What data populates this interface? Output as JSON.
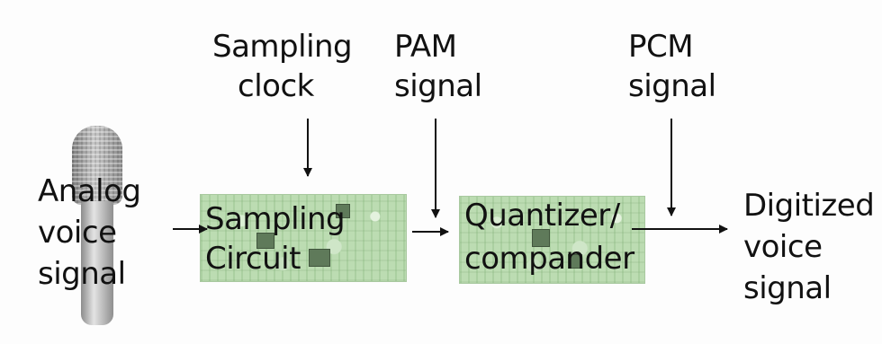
{
  "inputs": {
    "sampling_clock": [
      "Sampling",
      "clock"
    ],
    "pam_signal": [
      "PAM",
      "signal"
    ],
    "pcm_signal": [
      "PCM",
      "signal"
    ]
  },
  "analog_input": [
    "Analog",
    "voice",
    "signal"
  ],
  "blocks": {
    "sampling_circuit": [
      "Sampling",
      "Circuit"
    ],
    "quantizer": [
      "Quantizer/",
      "compander"
    ]
  },
  "output": [
    "Digitized",
    "voice",
    "signal"
  ],
  "colors": {
    "board": "#bcdcb2",
    "line": "#111111",
    "background": "#fdfdfd"
  },
  "icons": [
    "microphone-icon",
    "circuit-board-icon",
    "arrow-icon"
  ]
}
